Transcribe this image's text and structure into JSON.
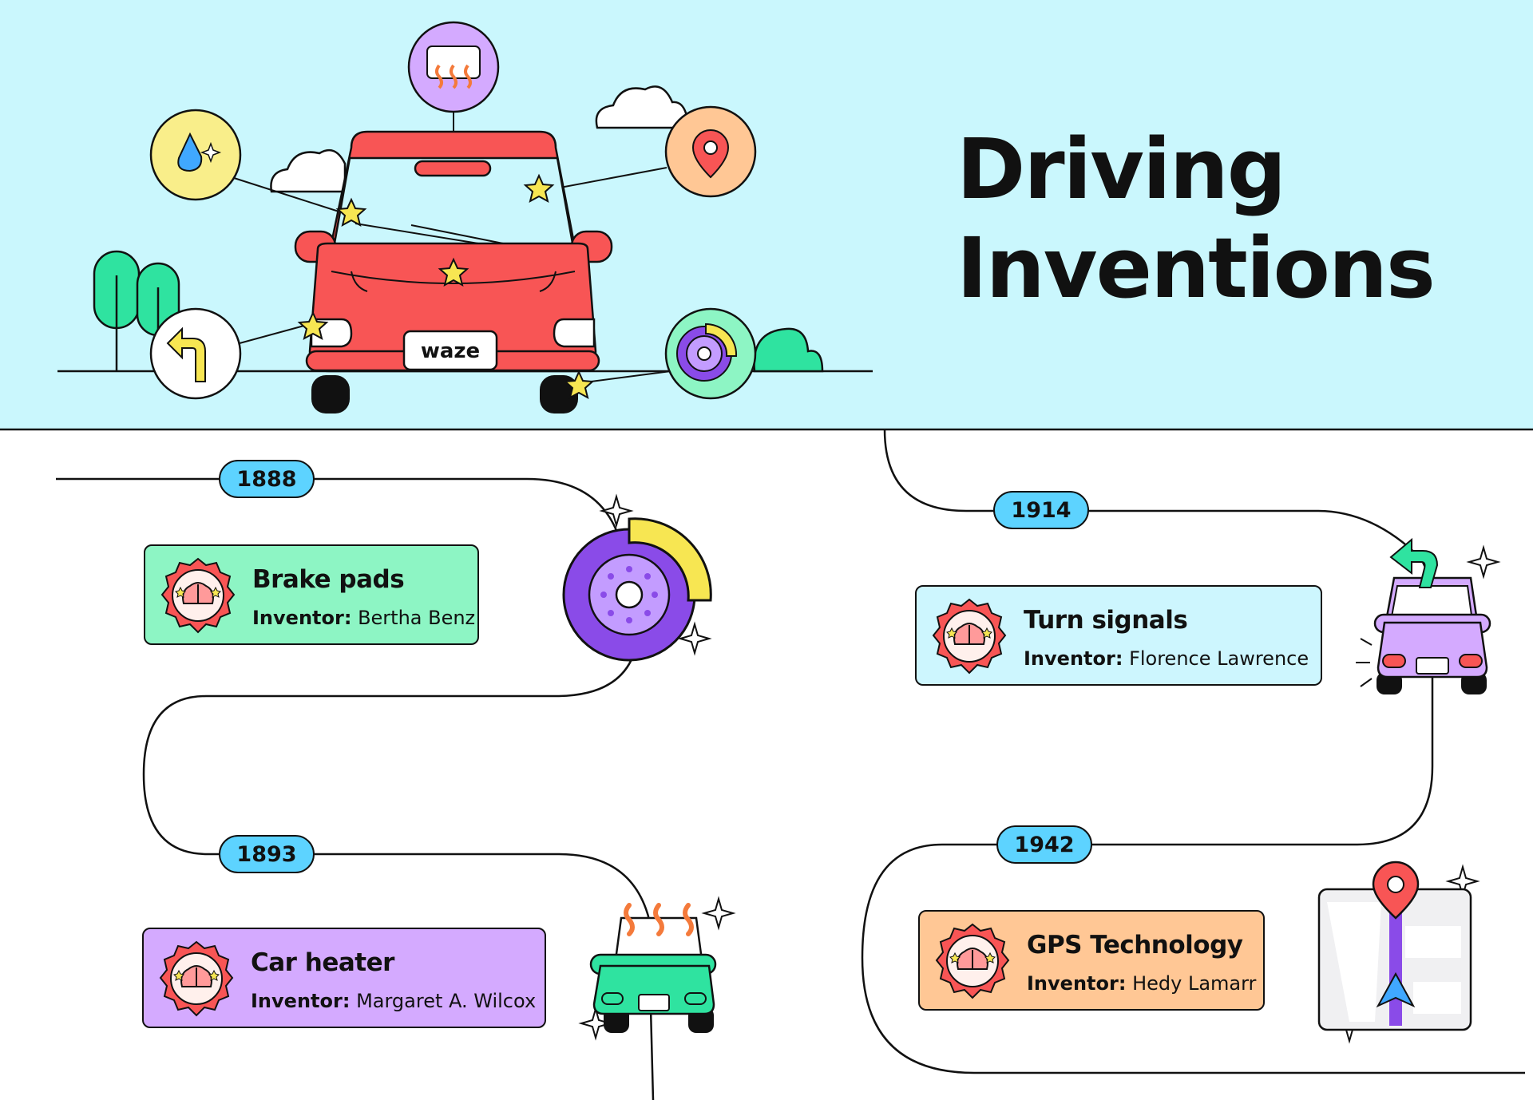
{
  "title": {
    "line1": "Driving",
    "line2": "Inventions"
  },
  "brand_plate": "waze",
  "inventor_label": "Inventor:",
  "inventions": [
    {
      "year": "1888",
      "name": "Brake pads",
      "inventor": "Bertha Benz",
      "color": "#8df5c4"
    },
    {
      "year": "1893",
      "name": "Car heater",
      "inventor": "Margaret A. Wilcox",
      "color": "#d4aaff"
    },
    {
      "year": "1914",
      "name": "Turn signals",
      "inventor": "Florence Lawrence",
      "color": "#cdf6fe"
    },
    {
      "year": "1942",
      "name": "GPS Technology",
      "inventor": "Hedy Lamarr",
      "color": "#ffc795"
    }
  ],
  "colors": {
    "sky": "#caf7fd",
    "car_red": "#f85555",
    "year_pill": "#5dd3ff",
    "star": "#f7e652",
    "brake_purple": "#8a4be8",
    "heater_orange": "#f47a3b",
    "turn_green": "#2fe3a0",
    "gps_blue": "#40a8ff"
  }
}
